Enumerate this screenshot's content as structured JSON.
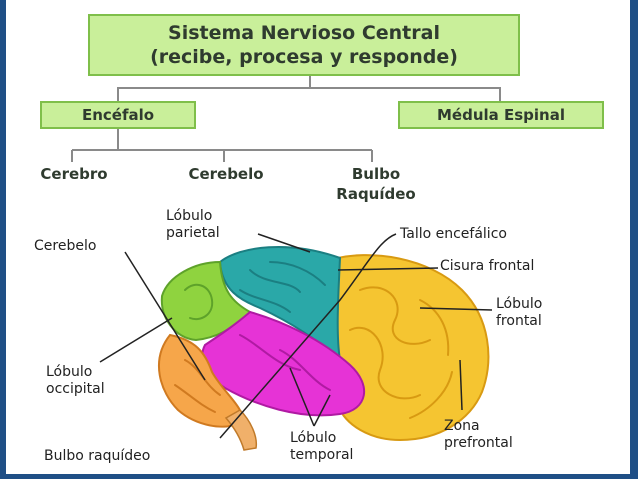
{
  "title": {
    "line1": "Sistema Nervioso Central",
    "line2": "(recibe, procesa y responde)"
  },
  "branches": {
    "encefalo": "Encéfalo",
    "medula": "Médula Espinal"
  },
  "encefalo_parts": {
    "cerebro": "Cerebro",
    "cerebelo": "Cerebelo",
    "bulbo_line1": "Bulbo",
    "bulbo_line2": "Raquídeo"
  },
  "labels": {
    "lobulo_parietal_1": "Lóbulo",
    "lobulo_parietal_2": "parietal",
    "tallo": "Tallo encefálico",
    "cerebelo": "Cerebelo",
    "cisura": "Cisura frontal",
    "lobulo_frontal_1": "Lóbulo",
    "lobulo_frontal_2": "frontal",
    "lobulo_occipital_1": "Lóbulo",
    "lobulo_occipital_2": "occipital",
    "zona_1": "Zona",
    "zona_2": "prefrontal",
    "lobulo_temporal_1": "Lóbulo",
    "lobulo_temporal_2": "temporal",
    "bulbo": "Bulbo raquídeo"
  },
  "colors": {
    "box_fill": "#c9ef9a",
    "box_border": "#7fbf4a",
    "frontal": "#f5c531",
    "parietal": "#2aa8a8",
    "occipital": "#8fd33f",
    "temporal": "#e633d6",
    "cerebellum": "#f6a64a"
  }
}
